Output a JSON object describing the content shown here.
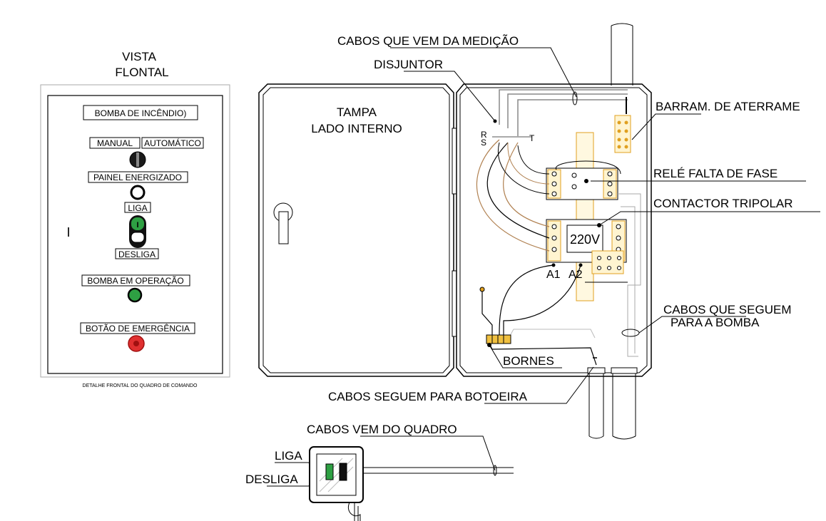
{
  "front_view": {
    "title_line1": "VISTA",
    "title_line2": "FLONTAL",
    "caption": "DETALHE FRONTAL DO QUADRO DE COMANDO",
    "panel_title": "BOMBA DE  INCÊNDIO)",
    "manual": "MANUAL",
    "automatic": "AUTOMÁTICO",
    "energized": "PAINEL ENERGIZADO",
    "on": "LIGA",
    "off": "DESLIGA",
    "in_operation": "BOMBA EM OPERAÇÃO",
    "emergency": "BOTÃO DE EMERGÊNCIA",
    "side_mark": "I"
  },
  "door": {
    "title_line1": "TAMPA",
    "title_line2": "LADO INTERNO"
  },
  "panel": {
    "phase_r": "R",
    "phase_s": "S",
    "phase_t": "T",
    "voltage": "220V",
    "a1": "A1",
    "a2": "A2"
  },
  "labels": {
    "cables_from_meter": "CABOS QUE VEM DA MEDIÇÃO",
    "breaker": "DISJUNTOR",
    "ground_bar": "BARRAM. DE ATERRAME",
    "phase_relay": "RELÉ FALTA DE  FASE",
    "contactor": "CONTACTOR TRIPOLAR",
    "cables_pump_1": "CABOS QUE SEGUEM",
    "cables_pump_2": "PARA  A BOMBA",
    "terminals": "BORNES",
    "cables_button": "CABOS SEGUEM PARA BOTOEIRA",
    "cables_from_panel": "CABOS VEM DO QUADRO",
    "on": "LIGA",
    "off": "DESLIGA"
  },
  "colors": {
    "green_light": "#2ea043",
    "red_button": "#e03030",
    "terminal_yellow": "#f0c040",
    "wire_brown": "#b08050"
  }
}
